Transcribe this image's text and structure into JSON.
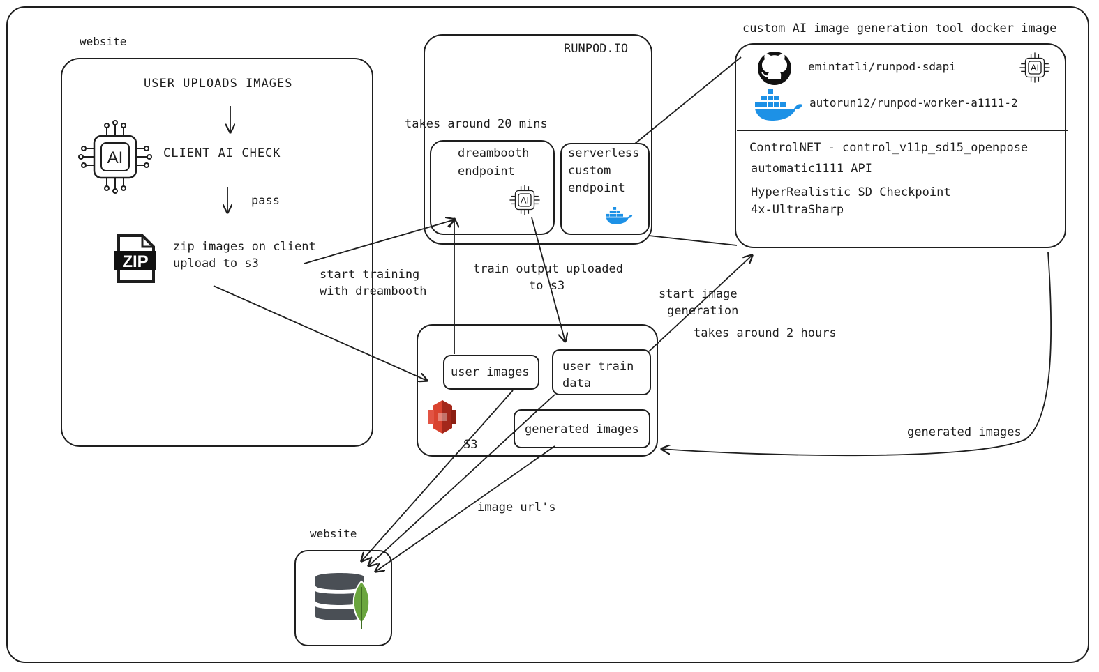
{
  "colors": {
    "stroke": "#1e1e1e",
    "docker": "#1d91e6",
    "aws": "#d9432f",
    "db": "#4a4f55",
    "leaf": "#6aa53e"
  },
  "icons": [
    "ai-chip-icon",
    "zip-icon",
    "github-icon",
    "docker-icon",
    "aws-s3-icon",
    "mongodb-database-icon"
  ],
  "website_section": {
    "title": "website",
    "step_upload": "USER UPLOADS IMAGES",
    "step_check": "CLIENT AI CHECK",
    "pass_label": "pass",
    "zip_line1": "zip images on client",
    "zip_line2": "upload to s3",
    "ai_chip_text": "AI",
    "zip_badge": "ZIP"
  },
  "runpod": {
    "title": "RUNPOD.IO",
    "time_note": "takes around 20 mins",
    "dreambooth": [
      "dreambooth",
      "endpoint"
    ],
    "serverless": [
      "serverless",
      "custom",
      "endpoint"
    ]
  },
  "docker_image_box": {
    "title": "custom AI image generation tool docker image",
    "github_repo": "emintatli/runpod-sdapi",
    "docker_repo": "autorun12/runpod-worker-a1111-2",
    "features": [
      "ControlNET - control_v11p_sd15_openpose",
      "automatic1111 API",
      "HyperRealistic SD Checkpoint",
      "4x-UltraSharp"
    ]
  },
  "s3": {
    "label": "S3",
    "user_images": "user images",
    "user_train_data": [
      "user train",
      "data"
    ],
    "generated_images": "generated images"
  },
  "edge_labels": {
    "start_training": [
      "start training",
      "with dreambooth"
    ],
    "train_output": [
      "train output uploaded",
      "to s3"
    ],
    "start_generation": [
      "start image",
      "generation"
    ],
    "gen_time": "takes around 2 hours",
    "generated_images_return": "generated images",
    "image_urls": "image url's"
  },
  "db_section": {
    "title": "website"
  }
}
